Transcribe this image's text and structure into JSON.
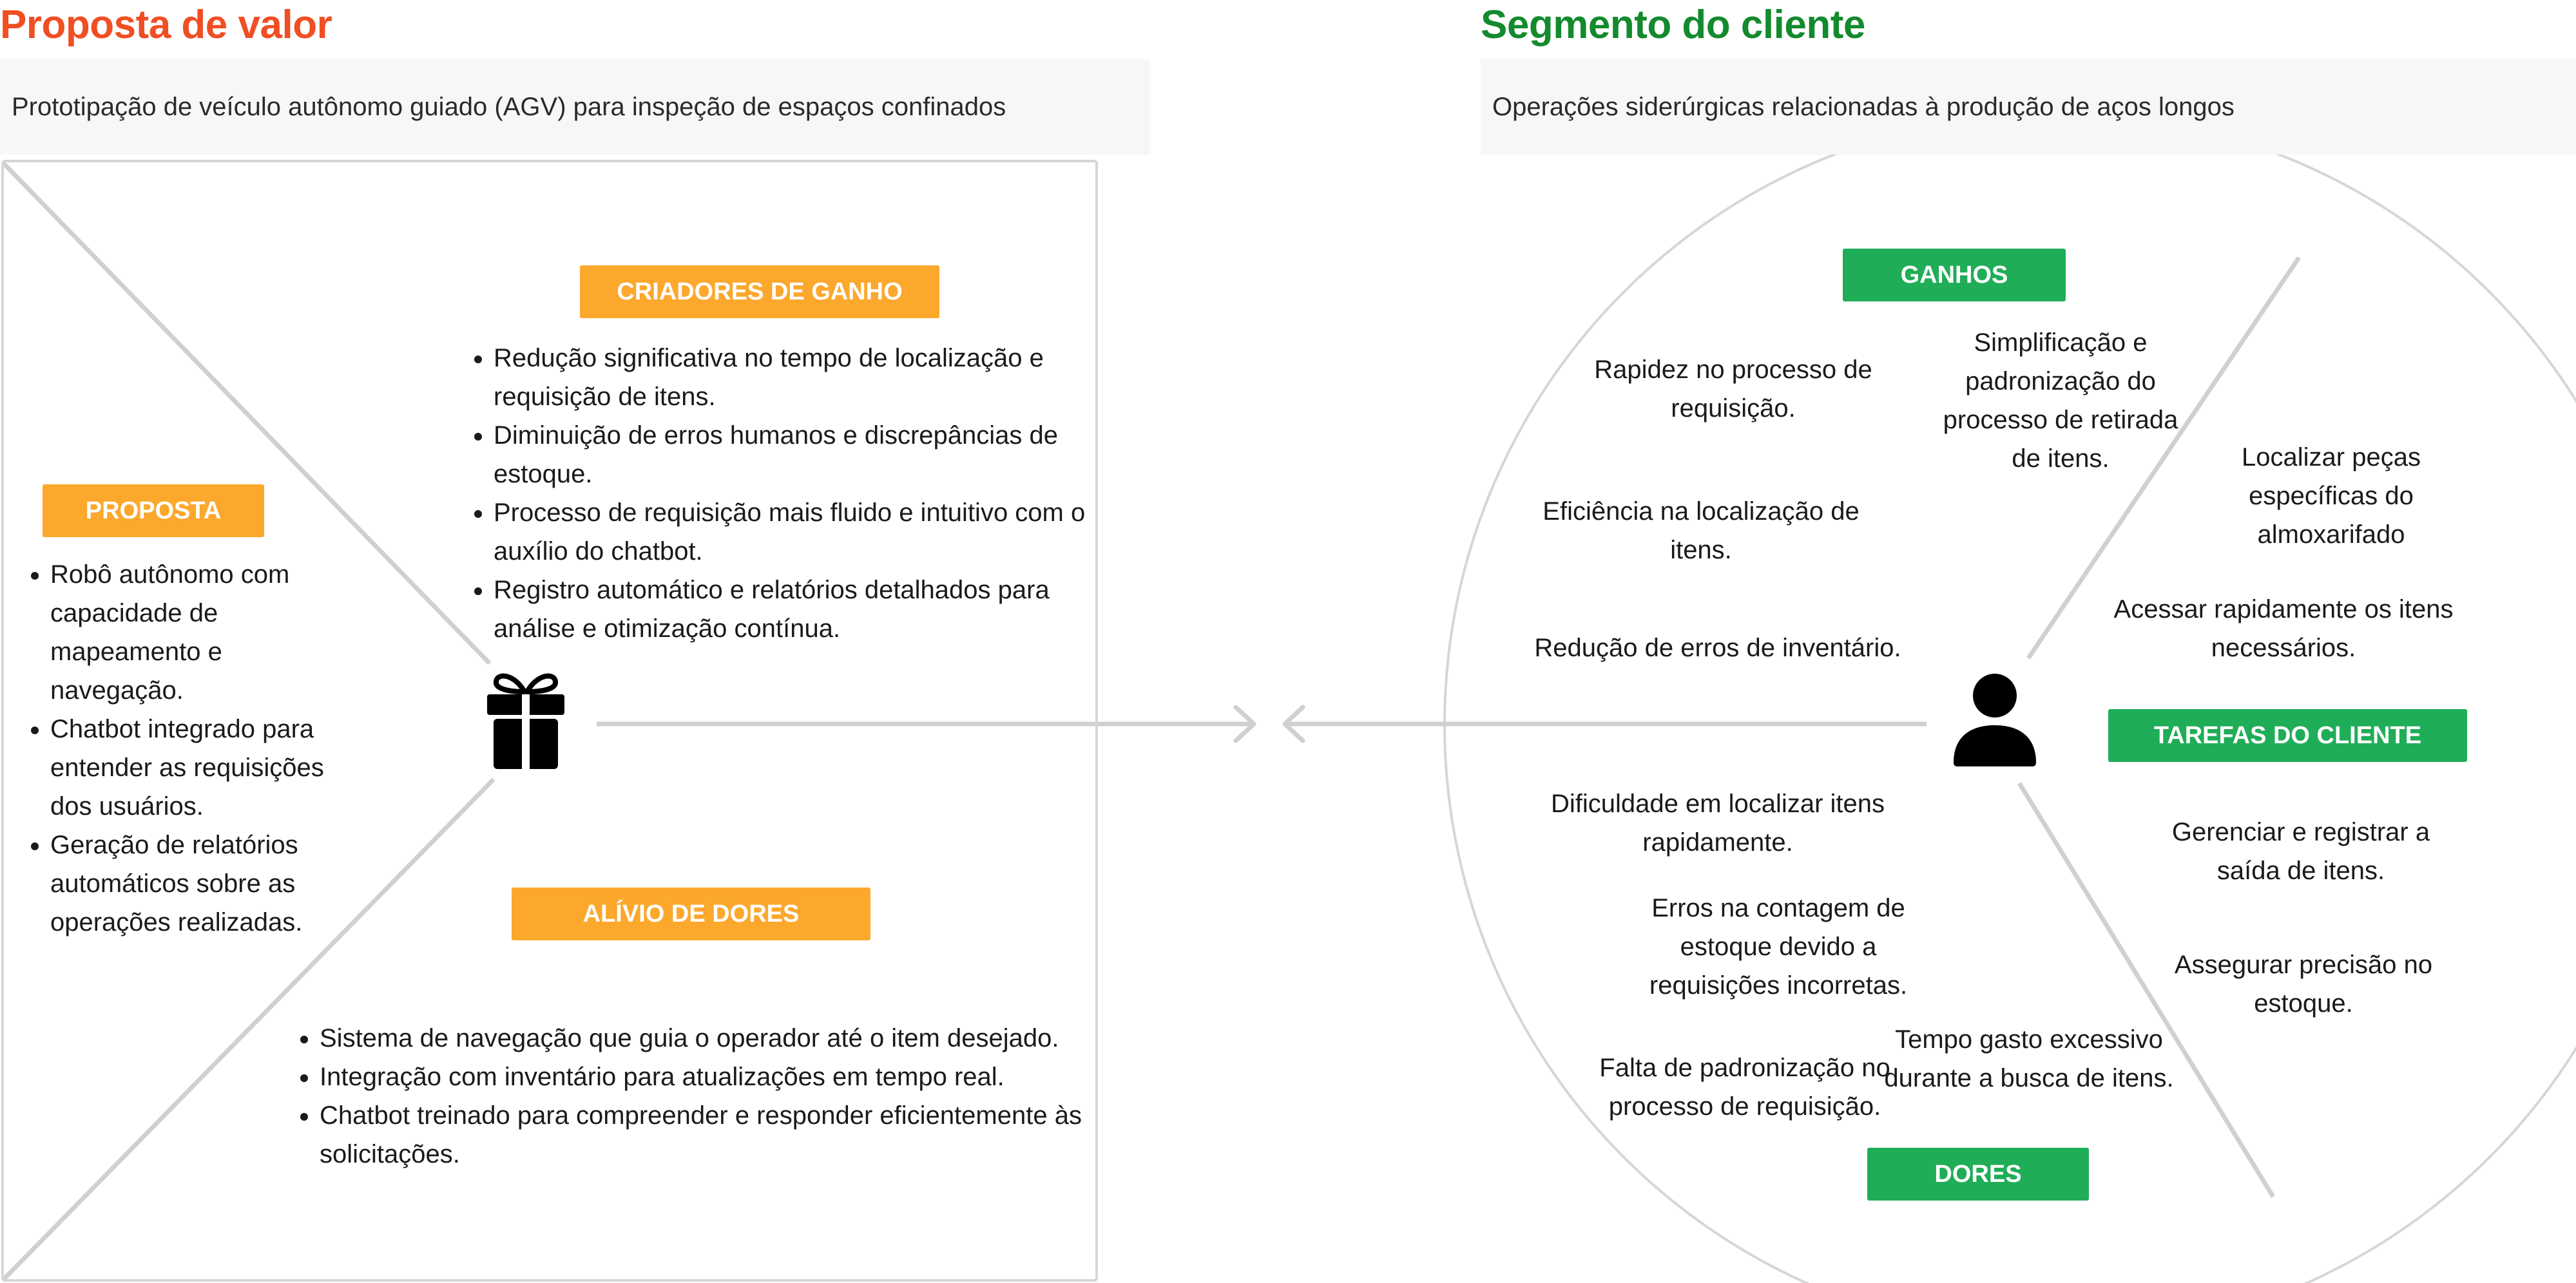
{
  "value_proposition": {
    "title": "Proposta de valor",
    "subtitle": "Prototipação de veículo autônomo guiado (AGV) para inspeção de espaços confinados",
    "gain_creators": {
      "label": "CRIADORES DE GANHO",
      "items": [
        "Redução significativa no tempo de localização e requisição de itens.",
        "Diminuição de erros humanos e discrepâncias de estoque.",
        "Processo de requisição mais fluido e intuitivo com o auxílio do chatbot.",
        "Registro automático e relatórios detalhados para análise e otimização contínua."
      ]
    },
    "proposal": {
      "label": "PROPOSTA",
      "items": [
        "Robô autônomo com capacidade de mapeamento e navegação.",
        "Chatbot integrado para entender as requisições dos usuários.",
        "Geração de relatórios automáticos sobre as operações realizadas."
      ]
    },
    "pain_relievers": {
      "label": "ALÍVIO DE DORES",
      "items": [
        "Sistema de navegação que guia o operador até o item desejado.",
        "Integração com inventário para atualizações em tempo real.",
        "Chatbot treinado para compreender e responder eficientemente às solicitações."
      ]
    },
    "icon": "gift-icon"
  },
  "customer_segment": {
    "title": "Segmento do cliente",
    "subtitle": "Operações siderúrgicas relacionadas à produção de aços longos",
    "gains": {
      "label": "GANHOS",
      "items": [
        "Rapidez no processo de requisição.",
        "Simplificação e padronização do processo de retirada de itens.",
        "Eficiência na localização de itens.",
        "Redução de erros de inventário."
      ]
    },
    "jobs": {
      "label": "TAREFAS DO CLIENTE",
      "items": [
        "Localizar peças específicas do almoxarifado",
        "Acessar rapidamente os itens necessários.",
        "Gerenciar e registrar a saída de itens.",
        "Assegurar precisão no estoque."
      ]
    },
    "pains": {
      "label": "DORES",
      "items": [
        "Dificuldade em localizar itens rapidamente.",
        "Erros na contagem de estoque devido a requisições incorretas.",
        "Falta de padronização no processo de requisição.",
        "Tempo gasto excessivo durante a busca de itens."
      ]
    },
    "icon": "user-icon"
  },
  "colors": {
    "value_title": "#f04e23",
    "customer_title": "#148a2e",
    "orange_tag": "#fca82c",
    "green_tag": "#1fad58",
    "line": "#d0d0d0"
  }
}
